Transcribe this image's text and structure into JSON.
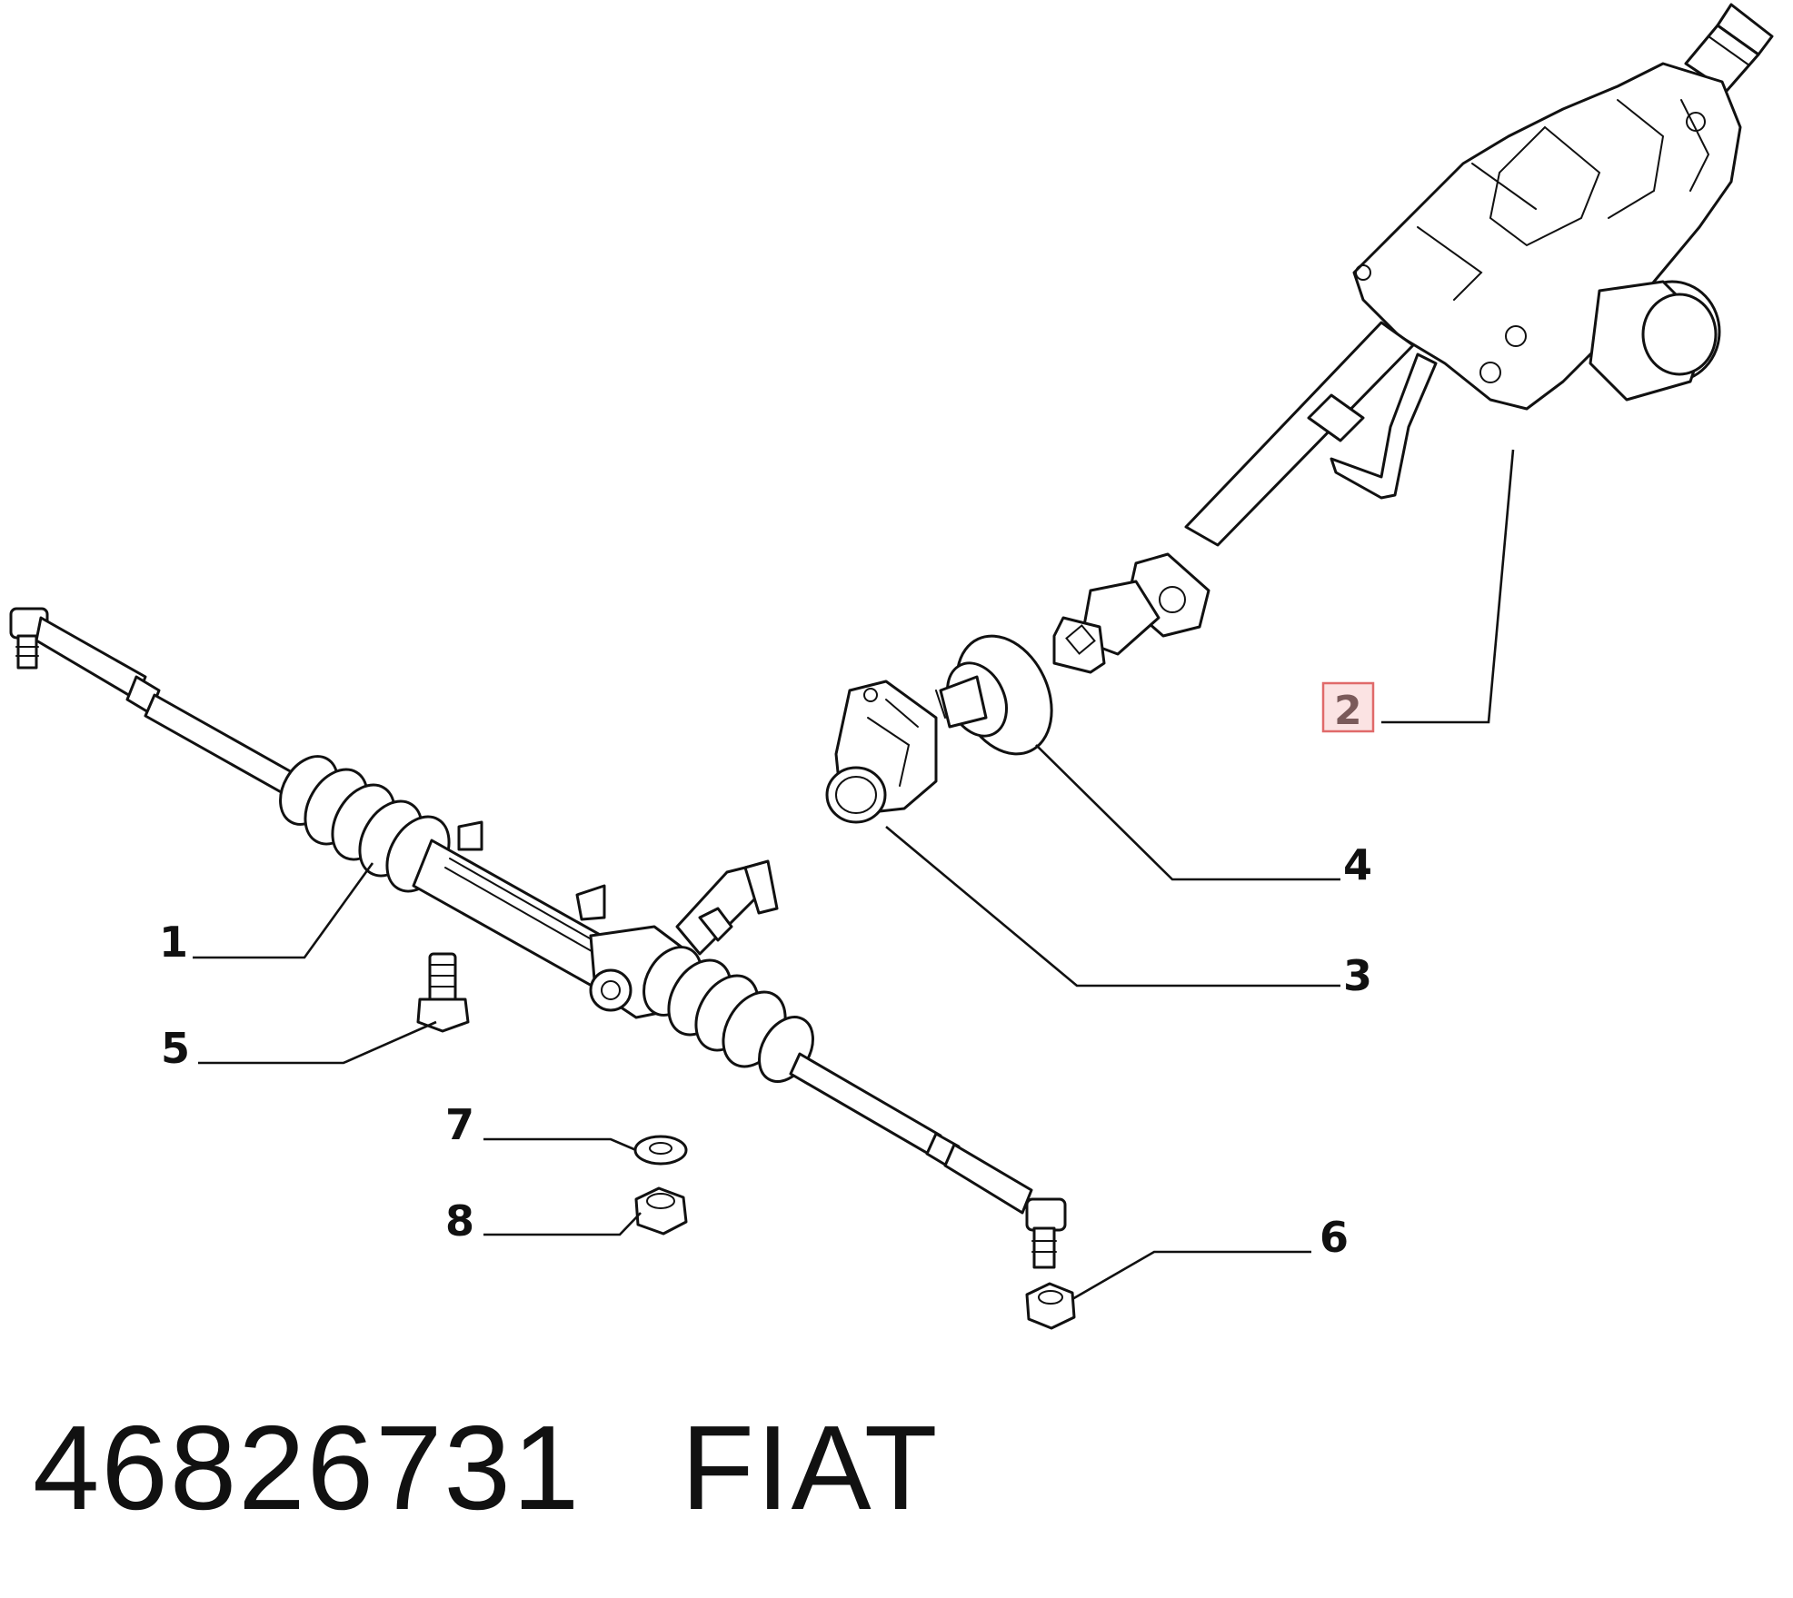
{
  "callouts": [
    {
      "id": "1",
      "label": "1"
    },
    {
      "id": "2",
      "label": "2",
      "highlighted": true
    },
    {
      "id": "3",
      "label": "3"
    },
    {
      "id": "4",
      "label": "4"
    },
    {
      "id": "5",
      "label": "5"
    },
    {
      "id": "6",
      "label": "6"
    },
    {
      "id": "7",
      "label": "7"
    },
    {
      "id": "8",
      "label": "8"
    }
  ],
  "footer": {
    "part_number": "46826731",
    "brand": "FIAT"
  },
  "colors": {
    "ink": "#111111",
    "highlight_fill": "#fbe3e3",
    "highlight_border": "#e06a6a"
  }
}
